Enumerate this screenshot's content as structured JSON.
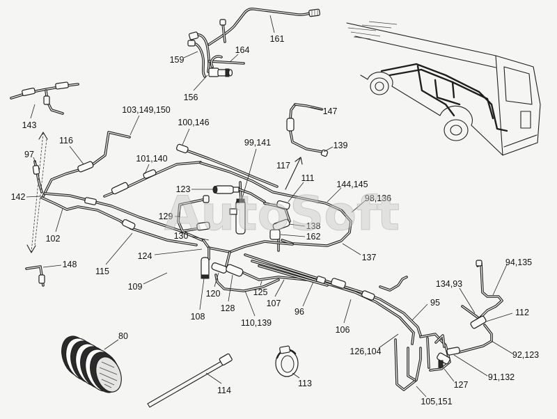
{
  "watermark": "AutoSoft",
  "colors": {
    "line": "#1e1e1e",
    "background": "#f5f5f3",
    "watermark": "#c9c9c9"
  },
  "callouts": {
    "p161": "161",
    "p164": "164",
    "p159": "159",
    "p156": "156",
    "p143": "143",
    "p116": "116",
    "p97": "97",
    "p142": "142",
    "p102": "102",
    "p103_149_150": "103,149,150",
    "p100_146": "100,146",
    "p99_141": "99,141",
    "p101_140": "101,140",
    "p147": "147",
    "p139": "139",
    "p117": "117",
    "p111": "111",
    "p144_145": "144,145",
    "p98_136": "98,136",
    "p123": "123",
    "p129": "129",
    "p130": "130",
    "p138": "138",
    "p162": "162",
    "p137": "137",
    "p124": "124",
    "p115": "115",
    "p148": "148",
    "p109": "109",
    "p120": "120",
    "p125": "125",
    "p128": "128",
    "p107": "107",
    "p96": "96",
    "p108": "108",
    "p110_139": "110,139",
    "p94_135": "94,135",
    "p134_93": "134,93",
    "p112": "112",
    "p95": "95",
    "p106": "106",
    "p80": "80",
    "p126_104": "126,104",
    "p92_123": "92,123",
    "p91_132": "91,132",
    "p127": "127",
    "p114": "114",
    "p113": "113",
    "p105_151": "105,151"
  }
}
